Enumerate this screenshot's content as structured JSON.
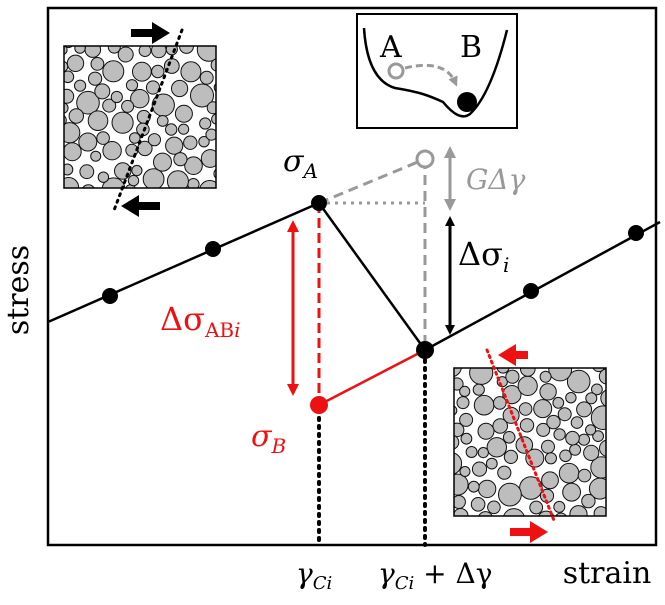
{
  "axes": {
    "x_label": "strain",
    "y_label": "stress",
    "tick_1": "γ",
    "tick_1_sub": "Ci",
    "tick_2_prefix": "γ",
    "tick_2_sub": "Ci",
    "tick_2_suffix": " + Δγ"
  },
  "labels": {
    "sigma_a_sym": "σ",
    "sigma_a_sub": "A",
    "sigma_b_sym": "σ",
    "sigma_b_sub": "B",
    "delta_sigma_i_prefix": "Δσ",
    "delta_sigma_i_sub": "i",
    "delta_sigma_ab_prefix": "Δσ",
    "delta_sigma_ab_sub": "AB",
    "delta_sigma_ab_sub_i": "i",
    "g_delta_gamma": "GΔγ"
  },
  "inset": {
    "label_a": "A",
    "label_b": "B"
  },
  "colors": {
    "black": "#000000",
    "red": "#ee1111",
    "gray": "#999999",
    "grain_fill": "#bdbdbd",
    "grain_stroke": "#111111"
  },
  "icons": {
    "shear_arrow": "arrow-right-icon",
    "energy_landscape": "energy-landscape-icon",
    "granular_packing": "granular-packing-icon"
  }
}
